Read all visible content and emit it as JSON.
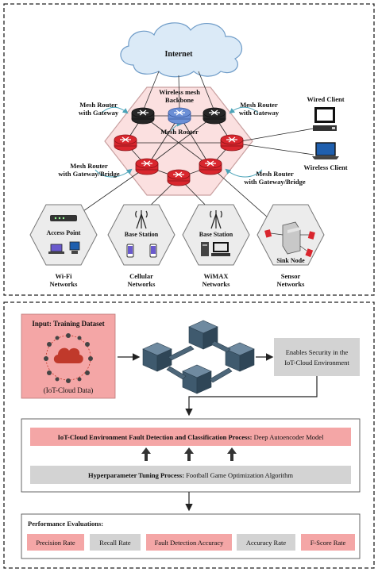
{
  "network": {
    "internet": "Internet",
    "backbone_line1": "Wireless mesh",
    "backbone_line2": "Backbone",
    "mesh_router": "Mesh Router",
    "gw_left_1": "Mesh Router",
    "gw_left_2": "with Gateway",
    "gw_right_1": "Mesh Router",
    "gw_right_2": "with Gateway",
    "bridge_left_1": "Mesh Router",
    "bridge_left_2": "with Gateway/Bridge",
    "bridge_right_1": "Mesh Router",
    "bridge_right_2": "with Gateway/Bridge",
    "wired_client": "Wired Client",
    "wireless_client": "Wireless Client",
    "access_point": "Access Point",
    "base_station_1": "Base Station",
    "base_station_2": "Base Station",
    "sink_node": "Sink Node",
    "wifi_1": "Wi-Fi",
    "wifi_2": "Networks",
    "cellular_1": "Cellular",
    "cellular_2": "Networks",
    "wimax_1": "WiMAX",
    "wimax_2": "Networks",
    "sensor_1": "Sensor",
    "sensor_2": "Networks"
  },
  "pipeline": {
    "input_title": "Input: Training Dataset",
    "input_caption": "(IoT-Cloud Data)",
    "security_line1": "Enables Security in the",
    "security_line2": "IoT-Cloud Environment",
    "fault_bold": "IoT-Cloud Environment Fault Detection and Classification Process:",
    "fault_rest": " Deep Autoencoder Model",
    "hyper_bold": "Hyperparameter Tuning Process:",
    "hyper_rest": " Football Game Optimization Algorithm",
    "perf_title": "Performance Evaluations:",
    "metrics": [
      "Precision Rate",
      "Recall Rate",
      "Fault Detection Accuracy",
      "Accuracy Rate",
      "F-Score Rate"
    ]
  },
  "colors": {
    "pink_box": "#f4a6a6",
    "gray_box": "#d3d3d3",
    "cube": "#3f5a6e",
    "router_red": "#d9262e",
    "router_black": "#262626",
    "router_blue": "#6b8fd6",
    "hex_fill": "#fbe0e0",
    "arrow_teal": "#4aa3b8"
  }
}
